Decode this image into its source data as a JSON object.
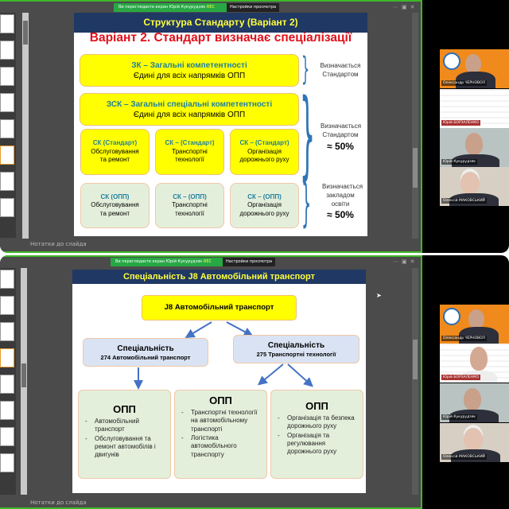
{
  "screen_share": {
    "banner_text": "Ви переглядаєте екран Юрій Кукурудзяк",
    "rec_label": "REC",
    "view_settings_label": "Настройки просмотра",
    "notes_label": "Нотатки до слайда",
    "window_controls": [
      "more-icon",
      "fullscreen-icon",
      "close-icon"
    ]
  },
  "slide1": {
    "header": "Структура Стандарту (Варіант 2)",
    "title": "Варіант 2. Стандарт визначає спеціалізації",
    "zk": {
      "title": "ЗК – Загальні компетентності",
      "sub": "Єдині для всіх напрямків ОПП"
    },
    "zsk": {
      "title": "ЗСК – Загальні спеціальні компетентності",
      "sub": "Єдині для всіх напрямків ОПП"
    },
    "sk_standard": [
      {
        "title": "СК (Стандарт)",
        "text": "Обслуговування та ремонт"
      },
      {
        "title": "СК – (Стандарт)",
        "text": "Транспортні технології"
      },
      {
        "title": "СК – (Стандарт)",
        "text": "Організація дорожнього руху"
      }
    ],
    "sk_opp": [
      {
        "title": "СК (ОПП)",
        "text": "Обслуговування та ремонт"
      },
      {
        "title": "СК – (ОПП)",
        "text": "Транспортні технології"
      },
      {
        "title": "СК – (ОПП)",
        "text": "Організація дорожнього руху"
      }
    ],
    "notes": [
      {
        "text": "Визначається Стандартом",
        "pct": ""
      },
      {
        "text": "Визначається Стандартом",
        "pct": "≈ 50%"
      },
      {
        "text": "Визначається закладом освіти",
        "pct": "≈ 50%"
      }
    ]
  },
  "slide2": {
    "header": "Спеціальність J8 Автомобільний транспорт",
    "root": "J8 Автомобільний транспорт",
    "specs": [
      {
        "title": "Спеціальність",
        "sub": "274 Автомобільний транспорт"
      },
      {
        "title": "Спеціальність",
        "sub": "275 Транспортні технології"
      }
    ],
    "opp": [
      {
        "title": "ОПП",
        "items": [
          "Автомобільний транспорт",
          "Обслуговування та ремонт автомобілів і двигунів"
        ]
      },
      {
        "title": "ОПП",
        "items": [
          "Транспортні технології на автомобільному транспорті",
          "Логістика автомобільного транспорту"
        ]
      },
      {
        "title": "ОПП",
        "items": [
          "Організація та безпека дорожнього руху",
          "Організація та регулювання дорожнього руху"
        ]
      }
    ]
  },
  "participants_top": [
    "Олександр ЧЕРНОВОЛ",
    "Юрій БОРЗАЛЕНКО",
    "Юрій Кукурудзяк",
    "Олексій МАКОВСЬКИЙ"
  ],
  "participants_bottom": [
    "Олександр ЧЕРНОВОЛ",
    "Юрій БОРЗАЛЕНКО",
    "Юрій Кукурудзяк",
    "Олексій МАКОВСЬКИЙ"
  ],
  "colors": {
    "share_green": "#27a844",
    "slide_header": "#203864",
    "header_text": "#ffff3c",
    "title_red": "#e0101a",
    "arrow_blue": "#4472c4"
  }
}
